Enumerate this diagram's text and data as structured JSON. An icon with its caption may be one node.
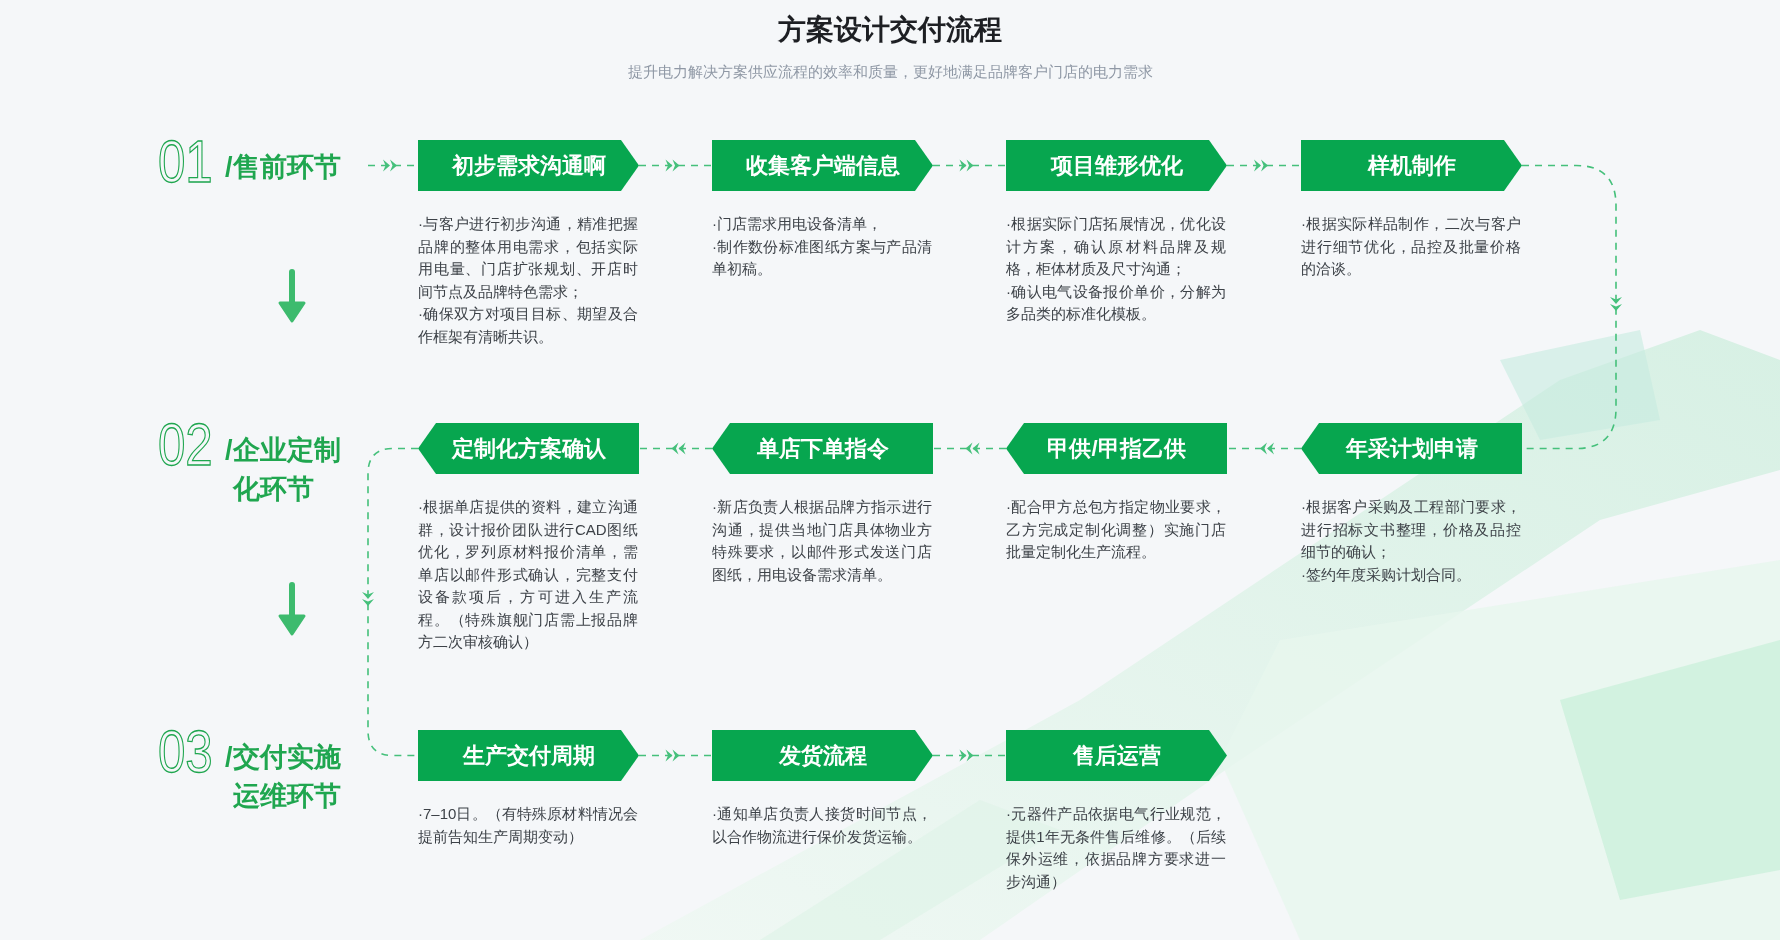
{
  "diagram": {
    "title": "方案设计交付流程",
    "nodes": [
      {
        "text": [
          "01",
          "/售前环节"
        ]
      },
      {
        "text": [
          "初步需求沟通啊"
        ],
        "beside": [
          "·与客户进行初步沟通，精准把握品牌的整体用电需求，包括实际用电量、门店扩张规划、开店时间节点及品牌特色需求；",
          "·确保双方对项目目标、期望及合作框架有清晰共识。"
        ]
      },
      {
        "text": [
          "收集客户端信息"
        ],
        "beside": [
          "·门店需求用电设备清单，",
          "·制作数份标准图纸方案与产品清单初稿。"
        ]
      },
      {
        "text": [
          "项目雏形优化"
        ],
        "beside": [
          "·根据实际门店拓展情况，优化设计方案，确认原材料品牌及规格，柜体材质及尺寸沟通；",
          "·确认电气设备报价单价，分解为多品类的标准化模板。"
        ]
      },
      {
        "text": [
          "样机制作"
        ],
        "beside": [
          "·根据实际样品制作，二次与客户进行细节优化，品控及批量价格的洽谈。"
        ]
      },
      {
        "text": [
          "02",
          "/企业定制化环节"
        ]
      },
      {
        "text": [
          "定制化方案确认"
        ],
        "beside": [
          "·根据单店提供的资料，建立沟通群，设计报价团队进行CAD图纸优化，罗列原材料报价清单，需单店以邮件形式确认，完整支付设备款项后，方可进入生产流程。（特殊旗舰门店需上报品牌方二次审核确认）"
        ]
      },
      {
        "text": [
          "单店下单指令"
        ],
        "beside": [
          "·新店负责人根据品牌方指示进行沟通，提供当地门店具体物业方特殊要求，以邮件形式发送门店图纸，用电设备需求清单。"
        ]
      },
      {
        "text": [
          "甲供/甲指乙供"
        ],
        "beside": [
          "·配合甲方总包方指定物业要求，乙方完成定制化调整）实施门店批量定制化生产流程。"
        ]
      },
      {
        "text": [
          "年采计划申请"
        ],
        "beside": [
          "·根据客户采购及工程部门要求，进行招标文书整理，价格及品控细节的确认；",
          "·签约年度采购计划合同。"
        ]
      },
      {
        "text": [
          "03",
          "/交付实施运维环节"
        ]
      },
      {
        "text": [
          "生产交付周期"
        ],
        "beside": [
          "·7–10日。（有特殊原材料情况会提前告知生产周期变动）"
        ]
      },
      {
        "text": [
          "发货流程"
        ],
        "beside": [
          "·通知单店负责人接货时间节点，以合作物流进行保价发货运输。"
        ]
      },
      {
        "text": [
          "售后运营"
        ],
        "beside": [
          "·元器件产品依据电气行业规范，提供1年无条件售后维修。（后续保外运维，依据品牌方要求进一步沟通）"
        ]
      }
    ],
    "edges": [
      {
        "from": 0,
        "to": 1,
        "arrow": "to",
        "style": "dashed"
      },
      {
        "from": 1,
        "to": 2,
        "arrow": "to",
        "style": "dashed"
      },
      {
        "from": 2,
        "to": 3,
        "arrow": "to",
        "style": "dashed"
      },
      {
        "from": 3,
        "to": 4,
        "arrow": "to",
        "style": "dashed"
      },
      {
        "from": 4,
        "to": 9,
        "arrow": "to",
        "style": "dashed"
      },
      {
        "from": 9,
        "to": 8,
        "arrow": "to",
        "style": "dashed"
      },
      {
        "from": 8,
        "to": 7,
        "arrow": "to",
        "style": "dashed"
      },
      {
        "from": 7,
        "to": 6,
        "arrow": "to",
        "style": "dashed"
      },
      {
        "from": 6,
        "to": 11,
        "arrow": "to",
        "style": "dashed"
      },
      {
        "from": 11,
        "to": 12,
        "arrow": "to",
        "style": "dashed"
      },
      {
        "from": 12,
        "to": 13,
        "arrow": "to",
        "style": "dashed"
      }
    ],
    "labels": [
      "提升电力解决方案供应流程的效率和质量，更好地满足品牌客户门店的电力需求"
    ]
  }
}
